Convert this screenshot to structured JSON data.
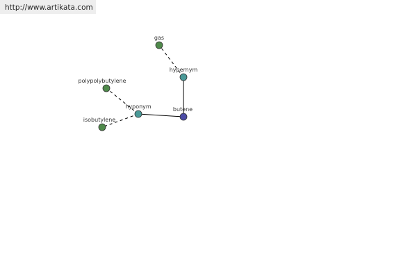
{
  "url": "http://www.artikata.com",
  "colors": {
    "leaf_node": "#4f8a4b",
    "relation_node": "#4a9a98",
    "root_node": "#4c4ca6",
    "edge": "#000000"
  },
  "graph": {
    "nodes": [
      {
        "id": "butene",
        "label": "butene",
        "kind": "root"
      },
      {
        "id": "hypernym",
        "label": "hypernym",
        "kind": "relation"
      },
      {
        "id": "hyponym",
        "label": "hyponym",
        "kind": "relation"
      },
      {
        "id": "gas",
        "label": "gas",
        "kind": "leaf"
      },
      {
        "id": "polypolybutylene",
        "label": "polypolybutylene",
        "kind": "leaf"
      },
      {
        "id": "isobutylene",
        "label": "isobutylene",
        "kind": "leaf"
      }
    ],
    "edges": [
      {
        "from": "butene",
        "to": "hypernym",
        "style": "solid"
      },
      {
        "from": "butene",
        "to": "hyponym",
        "style": "solid"
      },
      {
        "from": "hypernym",
        "to": "gas",
        "style": "dashed"
      },
      {
        "from": "hyponym",
        "to": "polypolybutylene",
        "style": "dashed"
      },
      {
        "from": "hyponym",
        "to": "isobutylene",
        "style": "dashed"
      }
    ]
  }
}
